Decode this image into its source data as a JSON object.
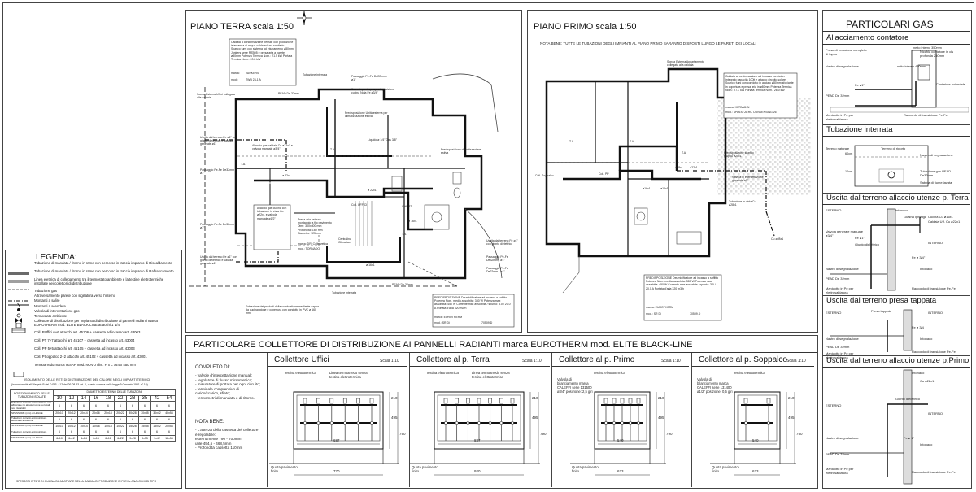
{
  "ground_floor": {
    "title": "PIANO TERRA scala 1:50",
    "boiler_note": "Caldaia a condensazione pensile con produzione istantanea di acqua calda ad uso sanitario. Scarico fumi con sistema ad intubamento ø80mm Junkers serie RZB05 e presa aria a parete ø80mm Potenza Termica Nom.: 21.5 kW Portata Termica Nom.: 20.8 kW",
    "boiler_brand_label": "marca:",
    "boiler_brand": "JUNKERS",
    "boiler_model_label": "mod.:",
    "boiler_model": "ZWB 24-1 A",
    "labels": [
      "Tubazione interrata",
      "Passaggio Pe-Fe De22mm - ø1\"",
      "Sonda Esterna Uffici collegata alla caldaia",
      "PEAD De 32mm",
      "Presa tappata per predisposizione cucina Nota Fe ø3/4\"",
      "Uscita dal terreno Fe ø1\" con giunto dielettrico e valvola generale ø1\"",
      "Predisposizione Unità esterna per climatizzazione estiva",
      "Liquido ø 1/4\" Gas 3/8\"",
      "Allaccio gas caldaia Cu ø22x1 e valvola manuale ø3/4\"",
      "Predisposizione climatizzazione estiva",
      "Passaggio Pe-Fe De32mm - ø1\"",
      "Coll. UFFICI",
      "Coll. PT",
      "Allaccio gas cucina con tubazione in vista Cu ø22x1 e valvola manuale ø1/2\"",
      "Presa aria esterna montaggio a filo pavimento Dim.: 300x300 mm Profondità: 160 mm Diametro: 125 mm",
      "marca: DR. Colbovetica",
      "mod.: TORNADO",
      "Centralina Climatica",
      "Uscita dal terreno Fe ø1\" con giunto dielettrico",
      "Passaggio Pe-Fe De32mm - ø1\"",
      "Passaggio Pe-Fe De32mm - ø1\"",
      "PEAD De 32mm",
      "Uscita dal terreno Fe ø1\" con giunto dielettrico e valvola generale ø1\"",
      "Tubazione interrata",
      "Estrazione dei prodotti della combustione mediante cappa da cucinaggione e copertura con condotto in PVC ø 160 mm",
      "Passaggio Pe-Fe De22mm - ø1\"",
      "T.A.",
      "T.A.",
      "T.A.",
      "ø 22x1",
      "ø 22x1",
      "ø 16x1",
      "ø 16x1"
    ],
    "dehum_note": "PREDISPOSIZIONE Deumidificatore ad incasso a soffitto Potenza Nom. media assorbita: 380 W Potenza max assorbita: 450 W Corrente max assorbita / spunto: 3.0 / 20.0 A Portata d'aria 320 m3/h",
    "dehum_brand": "marca: EUROTHERM",
    "dehum_model": "mod.: SR Di",
    "dehum_code": "70509.D"
  },
  "first_floor": {
    "title": "PIANO PRIMO scala 1:50",
    "nota_bene": "NOTA BENE:   TUTTE LE TUBAZIONI DEGLI IMPIANTI AL PIANO PRIMO SARANNO DISPOSTI LUNGO LE PARETI DEI LOCALI",
    "probe_label": "Sonda Esterna Appartamento collegata alla caldaia",
    "boiler_note": "Caldaia a condensazione ad incasso con boiler integrato capacità 100lt e attacco circuito solare. Scarico fumi con condotto in acciaio ø80mm sfociante in copertura e presa aria in ø80mm Potenza Termica Nom.: 27.3 kW Portata Termica Nom.: 26.0 kW",
    "boiler_brand": "marca: HERMANN",
    "boiler_model": "mod.: SPAZIO ZERO CONDENSING 26",
    "labels": [
      "Coll. Soppalco",
      "Coll. PP",
      "Predisposizione scarico gruppo ø20x1",
      "Valvola di intercettazione generale ø1\"",
      "Tubazione in vista Cu ø28x1",
      "Cu ø28x1",
      "T.A.",
      "T.A.",
      "T.A.",
      "ø16x1",
      "ø16x1",
      "ø22x1",
      "ø28x1"
    ],
    "dehum_note": "PREDISPOSIZIONE Deumidificatore ad incasso a soffitto Potenza Nom. media assorbita: 380 W Potenza max assorbita: 450 W Corrente max assorbita / spunto: 3.0 / 20.0 A Portata d'aria 320 m3/h",
    "dehum_brand": "marca: EUROTHERM",
    "dehum_model": "mod.: SR Di",
    "dehum_code": "70509.D"
  },
  "legend": {
    "title": "LEGENDA:",
    "items": [
      {
        "text": "Tubazione di mandata / ritorno in rame con percorso in traccia impianto di Riscaldamento",
        "style": "double"
      },
      {
        "text": "Tubazione di mandata / ritorno in rame con percorso in traccia impianto di Raffrescamento",
        "style": "double-gray"
      },
      {
        "text": "Linea elettrica di collegamento tra il termostato ambiente e la testine elettrotermiche installate nei collettori di distribuzione",
        "style": "dash"
      },
      {
        "text": "Tubazione gas",
        "style": "gas"
      },
      {
        "text": "Attraversamento parete con sigillatura verso l'interno",
        "style": "cross"
      },
      {
        "text": "Montanti a salire",
        "style": "dot"
      },
      {
        "text": "Montanti a scendere",
        "style": "ring"
      },
      {
        "text": "Valvola di intercettazione gas",
        "style": "valve"
      },
      {
        "text": "Termostato ambiente",
        "style": "ta"
      },
      {
        "text": "Collettore di distribuzione per impianto di distribuzione ai pannelli radianti marca EUROTHERM mod. ELITE BLACK-LINE attacchi 1\"1/4",
        "style": "coll"
      },
      {
        "text": "Coll. PUffici  6+6 attacchi art. 45106 + cassetta ad incasso art. 43003",
        "style": "none"
      },
      {
        "text": "Coll. PT   7+7 attacchi art. 45107 + cassetta ad incasso art. 43004",
        "style": "none"
      },
      {
        "text": "Coll. PP   5+5 attacchi art. 45105 + cassetta ad incasso art. 43003",
        "style": "none"
      },
      {
        "text": "Coll. PSoppalco   2+2 attacchi art. 45102 + cassetta ad incasso art. 43001",
        "style": "none"
      },
      {
        "text": "Termoarredo marca IRSAP mod. NOVO dim. H x L 764 x 450 mm",
        "style": "box"
      }
    ]
  },
  "insulation_table": {
    "title": "ISOLAMENTO DELLE RETI DI DISTRIBUZIONE DEL CALORE NEGLI IMPIANTI TERMICI",
    "subtitle": "(in conformità all'allegato B del D.P.R. 412 del 26-08-93 art. 4, quarto comma della legge 9 Gennaio 1991 n° 10)",
    "header_left": "POSIZIONAMENTO DELLE TUBAZIONI ISOLATE",
    "header_top": "DIAMETRO ESTERNO DELLE TUBAZIONI",
    "diameters": [
      "10",
      "12",
      "14",
      "16",
      "18",
      "22",
      "28",
      "35",
      "42",
      "54"
    ],
    "rows": [
      {
        "label": "Tubazioni correnti entro strutture non affacciate né all'esterno né su locali non riscaldati",
        "cells": [
          "6",
          "6",
          "6",
          "6",
          "6",
          "6",
          "6",
          "6",
          "6",
          "6"
        ]
      },
      {
        "label": "SPESSORE (mm) di LEGGE",
        "cells": [
          "20x10",
          "20x12",
          "20x14",
          "20x16",
          "20x18",
          "20x22",
          "30x28",
          "30x35",
          "30x42",
          "40x54"
        ]
      },
      {
        "label": "Tubazioni correnti entro strutture affacciate all'esterno",
        "cells": [
          "6",
          "6",
          "6",
          "6",
          "6",
          "6",
          "6",
          "6",
          "6",
          "6"
        ]
      },
      {
        "label": "SPESSORE (mm) di LEGGE",
        "cells": [
          "10x10",
          "10x12",
          "10x14",
          "10x16",
          "10x18",
          "10x22",
          "15x28",
          "15x35",
          "15x42",
          "20x54"
        ]
      },
      {
        "label": "Tubazioni correnti entro strutture",
        "cells": [
          "6",
          "6",
          "6",
          "6",
          "6",
          "6",
          "6",
          "6",
          "6",
          "6"
        ]
      },
      {
        "label": "SPESSORE (mm) di LEGGE",
        "cells": [
          "6x10",
          "6x12",
          "6x14",
          "6x16",
          "6x18",
          "6x22",
          "9x28",
          "9x35",
          "9x42",
          "12x54"
        ]
      }
    ],
    "footnote": "SPESSORI E TIPO DI GUAINA DA ADATTARE NELLA GAMMA DI PRODUZIONE IN FLEX e ANALOGHI DI TIPO"
  },
  "manifold_section": {
    "title": "PARTICOLARE COLLETTORE DI DISTRIBUZIONE AI PANNELLI RADIANTI  marca EUROTHERM mod. ELITE BLACK-LINE",
    "completo_title": "COMPLETO DI:",
    "completo_items": [
      "- valvole d'intercettazione manuali;",
      "- regolatore di flusso micrometrico;",
      "- misuratore di portata per ogni circuito;",
      "- terminale comprensivo di carico/scarico, sfiato;",
      "- termometri di mandata e di ritorno."
    ],
    "nb_title": "NOTA BENE:",
    "nb_items": [
      "- L'altezza della cassetta del collettore è regolabile:",
      "  esternamente 790 - 700mm",
      "  utile 494,5 - 468,5mm",
      "- Profondità cassetta 110mm"
    ],
    "collectors": [
      {
        "name": "Collettore Uffici",
        "scale": "Scala 1:10",
        "top_labels": [
          "Testina elettrotermica",
          "Linea termoarredo senza testina elettrotermica"
        ],
        "width_inner": "687",
        "width_outer": "770",
        "dims": [
          "210",
          "495",
          "790"
        ],
        "floor": "Quota pavimento finito",
        "valve_text": "",
        "n": 6
      },
      {
        "name": "Collettore al p. Terra",
        "scale": "Scala 1:10",
        "top_labels": [
          "Testina elettrotermica",
          "Linea termoarredo senza testina elettrotermica"
        ],
        "width_inner": "837",
        "width_outer": "920",
        "dims": [
          "210",
          "495",
          "790"
        ],
        "floor": "Quota pavimento finito",
        "valve_text": "",
        "n": 7
      },
      {
        "name": "Collettore al p. Primo",
        "scale": "Scala 1:10",
        "top_labels": [
          "Testina elettrotermica"
        ],
        "width_inner": "540",
        "width_outer": "623",
        "dims": [
          "210",
          "495",
          "790"
        ],
        "floor": "Quota pavimento finito",
        "valve_text": "Valvola di bilanciamento marca CALEFFI serie 131500 ø3/4\" posizione: 2,5 giri",
        "n": 5
      },
      {
        "name": "Collettore al p. Soppalco",
        "scale": "Scala 1:10",
        "top_labels": [
          "Testina elettrotermica"
        ],
        "width_inner": "540",
        "width_outer": "623",
        "dims": [
          "210",
          "495",
          "790"
        ],
        "floor": "Quota pavimento finito",
        "valve_text": "Valvola di bilanciamento marca CALEFFI serie 131400 ø1/2\" posizione: 0,5 giri",
        "n": 2
      }
    ]
  },
  "gas_details": {
    "title": "PARTICOLARI GAS",
    "sections": [
      {
        "title": "Allacciamento contatore",
        "labels": [
          "Presa di pressione completa di tappo",
          "Nastro di segnalazione",
          "Fe ø1\"",
          "PEAD De 32mm",
          "Manicotto in Pe per elettrosaldatura",
          "Raccordo di transizione Pe-Fe",
          "Contatore aziendale",
          "Nicchia contatore in cls profonda 250mm"
        ],
        "dims": [
          "netto interno 350mm",
          "netto interno 450mm"
        ]
      },
      {
        "title": "Tubazione interrata",
        "labels": [
          "Terreno naturale",
          "Terreno di riporto",
          "Nastro di segnalazione",
          "Tubazione gas PEAD De32mm",
          "Sabbia di fiume lavata"
        ],
        "dims": [
          "60cm",
          "10cm"
        ]
      },
      {
        "title": "Uscita dal terreno allaccio utenze p. Terra",
        "labels": [
          "ESTERNO",
          "Intonaco",
          "Guaina ignifuga",
          "Cucina Cu ø16x1",
          "Caldaia Uff. Cu ø22x1",
          "Valvola generale manuale ø3/4\"",
          "Fe ø1\"",
          "Giunto dielettrico",
          "INTERNO",
          "Fe ø 3/4\"",
          "Nastro di segnalazione",
          "Intonaco",
          "PEAD De 32mm",
          "Manicotto in Pe per elettrosaldatura",
          "Raccordo di transizione Pe-Fe"
        ],
        "dims": []
      },
      {
        "title": "Uscita dal terreno presa tappata",
        "labels": [
          "ESTERNO",
          "INTERNO",
          "Presa tappata",
          "Fe ø 3/4",
          "Nastro di segnalazione",
          "Intonaco",
          "PEAD De 32mm",
          "Manicotto in Pe per elettrosaldatura",
          "Raccordo di transizione Pe-Fe"
        ],
        "dims": []
      },
      {
        "title": "Uscita dal terreno allaccio utenze p.Primo",
        "labels": [
          "Intonaco",
          "Cu ø22x1",
          "Giunto dielettrico",
          "ESTERNO",
          "INTERNO",
          "Nastro di segnalazione",
          "Fe ø 1\"",
          "Intonaco",
          "PEAD De 32mm",
          "Manicotto in Pe per elettrosaldatura",
          "Raccordo di transizione Pe-Fe"
        ],
        "dims": []
      }
    ]
  }
}
